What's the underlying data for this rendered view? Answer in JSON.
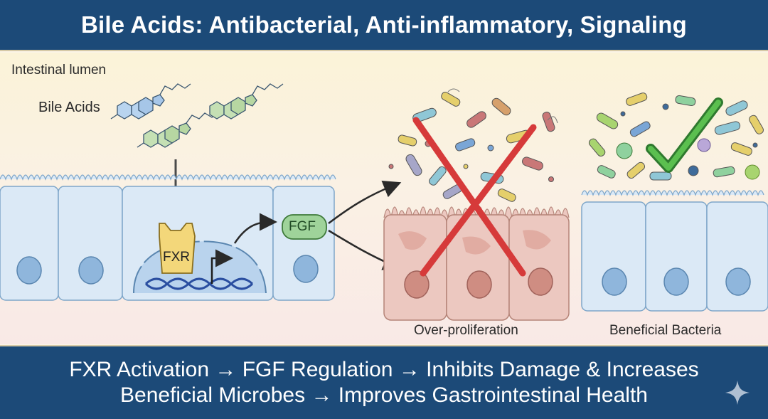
{
  "title": "Bile Acids: Antibacterial, Anti-inflammatory, Signaling",
  "labels": {
    "lumen": "Intestinal lumen",
    "bile_acids": "Bile Acids",
    "fxr": "FXR",
    "fgf": "FGF",
    "over_proliferation": "Over-proliferation",
    "beneficial_bacteria": "Beneficial Bacteria"
  },
  "footer": {
    "line1": "FXR Activation → FGF Regulation → Inhibits Damage & Increases",
    "line2": "Beneficial Microbes → Improves Gastrointestinal Health"
  },
  "colors": {
    "header": "#1c4a78",
    "healthy_cell": "#dbe9f6",
    "damaged_cell": "#ecc8c0",
    "cross": "#d63a3a",
    "check": "#3a9a3a",
    "fgf": "#9fd39a",
    "fxr": "#f3d77a"
  },
  "icons": [
    "cross-icon",
    "checkmark-icon",
    "sparkle-icon"
  ]
}
